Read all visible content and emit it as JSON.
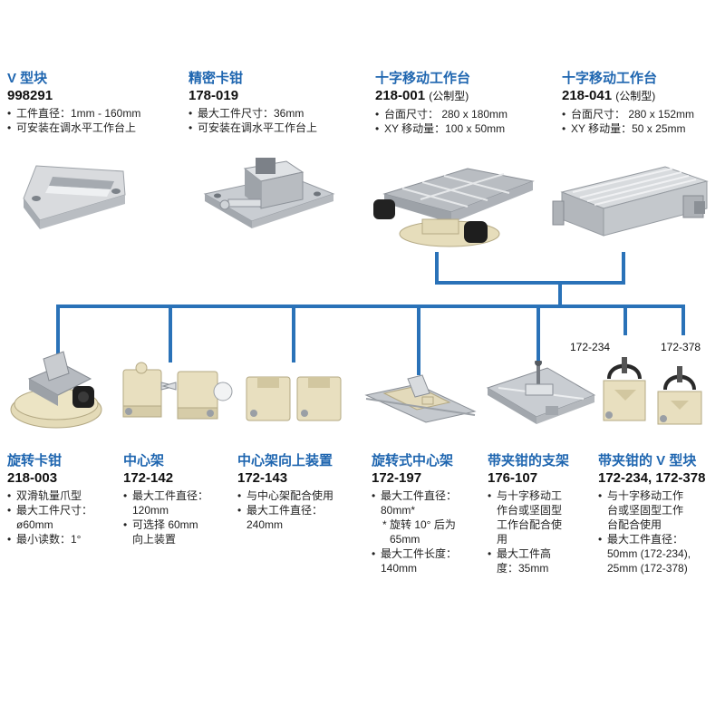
{
  "top": [
    {
      "title": "V 型块",
      "code": "998291",
      "code_sub": "",
      "specs": [
        {
          "lines": [
            "工件直径：1mm - 160mm"
          ]
        },
        {
          "lines": [
            "可安装在调水平工作台上"
          ]
        }
      ]
    },
    {
      "title": "精密卡钳",
      "code": "178-019",
      "code_sub": "",
      "specs": [
        {
          "lines": [
            "最大工件尺寸：36mm"
          ]
        },
        {
          "lines": [
            "可安装在调水平工作台上"
          ]
        }
      ]
    },
    {
      "title": "十字移动工作台",
      "code": "218-001",
      "code_sub": "(公制型)",
      "specs": [
        {
          "lines": [
            "台面尺寸： 280 x 180mm"
          ]
        },
        {
          "lines": [
            "XY 移动量：100 x 50mm"
          ]
        }
      ]
    },
    {
      "title": "十字移动工作台",
      "code": "218-041",
      "code_sub": "(公制型)",
      "specs": [
        {
          "lines": [
            "台面尺寸： 280 x 152mm"
          ]
        },
        {
          "lines": [
            "XY 移动量：50 x 25mm"
          ]
        }
      ]
    }
  ],
  "bottom": [
    {
      "title": "旋转卡钳",
      "code": "218-003",
      "specs": [
        {
          "lines": [
            "双滑轨量爪型"
          ]
        },
        {
          "lines": [
            "最大工件尺寸：",
            "ø60mm"
          ]
        },
        {
          "lines": [
            "最小读数：1°"
          ]
        }
      ]
    },
    {
      "title": "中心架",
      "code": "172-142",
      "specs": [
        {
          "lines": [
            "最大工件直径：",
            "120mm"
          ]
        },
        {
          "lines": [
            "可选择 60mm",
            "向上装置"
          ]
        }
      ]
    },
    {
      "title": "中心架向上装置",
      "code": "172-143",
      "specs": [
        {
          "lines": [
            "与中心架配合使用"
          ]
        },
        {
          "lines": [
            "最大工件直径：",
            "240mm"
          ]
        }
      ]
    },
    {
      "title": "旋转式中心架",
      "code": "172-197",
      "specs": [
        {
          "lines": [
            "最大工件直径：",
            "80mm*"
          ]
        },
        {
          "note": true,
          "lines": [
            "* 旋转 10° 后为",
            "65mm"
          ]
        },
        {
          "lines": [
            "最大工件长度：",
            "140mm"
          ]
        }
      ]
    },
    {
      "title": "带夹钳的支架",
      "code": "176-107",
      "specs": [
        {
          "lines": [
            "与十字移动工",
            "作台或坚固型",
            "工作台配合使",
            "用"
          ]
        },
        {
          "lines": [
            "最大工件高",
            "度：35mm"
          ]
        }
      ]
    },
    {
      "title": "带夹钳的 V 型块",
      "code": "172-234, 172-378",
      "specs": [
        {
          "lines": [
            "与十字移动工作",
            "台或坚固型工作",
            "台配合使用"
          ]
        },
        {
          "lines": [
            "最大工件直径：",
            "50mm (172-234),",
            "25mm (172-378)"
          ]
        }
      ]
    }
  ],
  "model_labels": [
    "172-234",
    "172-378"
  ],
  "colors": {
    "accent": "#1f66b0",
    "connector": "#2a72b8",
    "metal": "#c8ccd2",
    "cream": "#e8dfbf"
  }
}
